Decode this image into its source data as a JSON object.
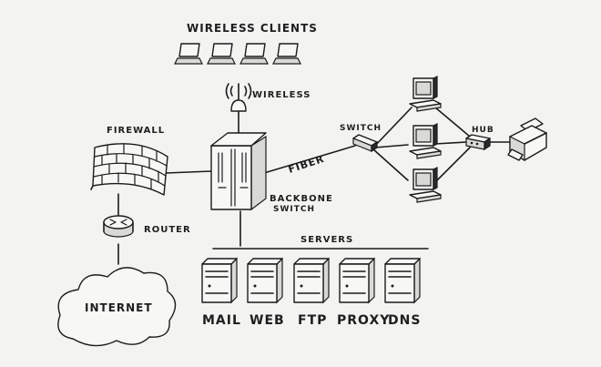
{
  "labels": {
    "wireless_clients": "WIRELESS CLIENTS",
    "wireless": "WIRELESS",
    "firewall": "FIREWALL",
    "router": "ROUTER",
    "internet": "INTERNET",
    "backbone_line1": "BACKBONE",
    "backbone_line2": "SWITCH",
    "fiber": "FIBER",
    "switch": "SWITCH",
    "hub": "HUB",
    "servers": "SERVERS",
    "server_mail": "MAIL",
    "server_web": "WEB",
    "server_ftp": "FTP",
    "server_proxy": "PROXY",
    "server_dns": "DNS"
  },
  "icons": [
    "laptop-icon",
    "antenna-icon",
    "firewall-icon",
    "router-icon",
    "cloud-icon",
    "backbone-switch-icon",
    "switch-icon",
    "workstation-icon",
    "hub-icon",
    "printer-icon",
    "server-icon"
  ],
  "colors": {
    "ink": "#1b1b1b",
    "paper": "#f3f3f1"
  }
}
